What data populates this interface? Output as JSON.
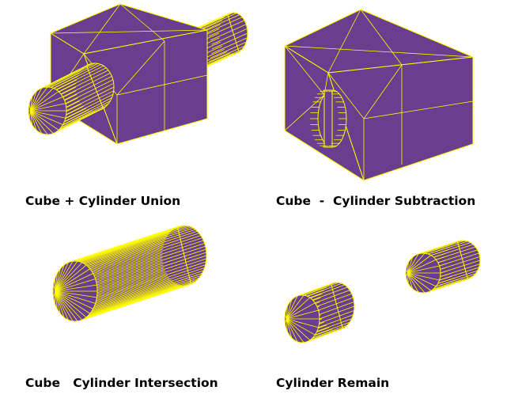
{
  "labels": {
    "union": "Cube + Cylinder Union",
    "subtraction": "Cube  -  Cylinder Subtraction",
    "intersection": "Cube   Cylinder Intersection",
    "remain": "Cylinder Remain"
  },
  "colors": {
    "fill": "#6a3d8e",
    "edge": "#ffff00"
  }
}
